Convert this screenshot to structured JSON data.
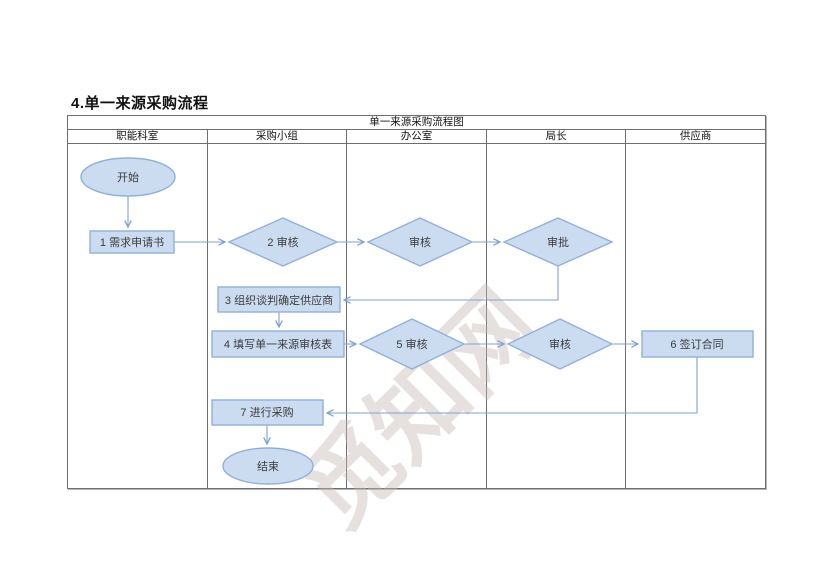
{
  "page": {
    "title": "4.单一来源采购流程"
  },
  "table": {
    "title": "单一来源采购流程图",
    "columns": [
      "职能科室",
      "采购小组",
      "办公室",
      "局长",
      "供应商"
    ]
  },
  "flow": {
    "nodes": {
      "start": "开始",
      "step1": "1 需求申请书",
      "step2": "2 审核",
      "review_office": "审核",
      "approve_director": "审批",
      "step3": "3 组织谈判确定供应商",
      "step4": "4 填写单一来源审核表",
      "step5": "5 审核",
      "review_director": "审核",
      "step6": "6 签订合同",
      "step7": "7 进行采购",
      "end": "结束"
    }
  },
  "watermark": {
    "text": "觅知网"
  },
  "colors": {
    "shape_fill": "#ccdcf0",
    "shape_border": "#8fb0dc",
    "arrow": "#7da3d4",
    "table_border": "#6e6e6e"
  }
}
